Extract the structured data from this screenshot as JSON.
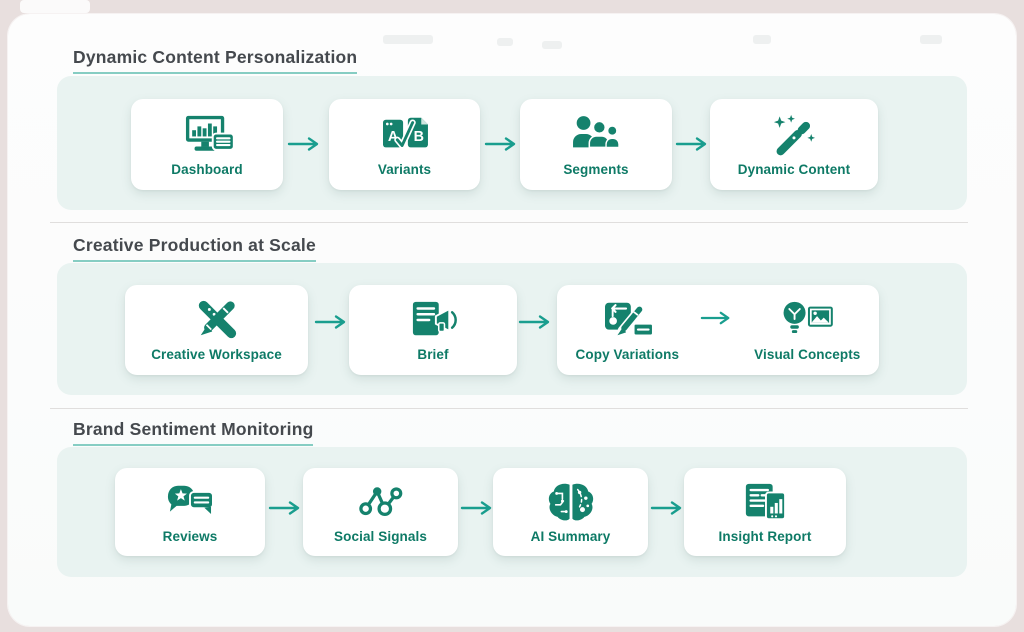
{
  "colors": {
    "background": "#e8dfde",
    "surface": "#fcfdfd",
    "band": "#e9f3f1",
    "card": "#ffffff",
    "icon_teal": "#15826d",
    "label_teal": "#0e7a66",
    "arrow_teal": "#1a9e8f",
    "title_gray": "#45494e",
    "underline_teal": "#86cdc3"
  },
  "sections": [
    {
      "title": "Dynamic Content Personalization",
      "steps": [
        {
          "label": "Dashboard",
          "icon": "dashboard-icon"
        },
        {
          "label": "Variants",
          "icon": "ab-test-documents-icon"
        },
        {
          "label": "Segments",
          "icon": "audience-people-icon"
        },
        {
          "label": "Dynamic Content",
          "icon": "magic-wand-icon"
        }
      ]
    },
    {
      "title": "Creative Production at Scale",
      "steps": [
        {
          "label": "Creative Workspace",
          "icon": "crossed-ruler-pencil-icon"
        },
        {
          "label": "Brief",
          "icon": "document-megaphone-icon"
        },
        {
          "label": "Copy Variations",
          "icon": "card-pencil-icon"
        },
        {
          "label": "Visual Concepts",
          "icon": "lightbulb-image-icon"
        }
      ]
    },
    {
      "title": "Brand Sentiment Monitoring",
      "steps": [
        {
          "label": "Reviews",
          "icon": "star-chat-bubbles-icon"
        },
        {
          "label": "Social Signals",
          "icon": "network-graph-icon"
        },
        {
          "label": "AI Summary",
          "icon": "brain-icon"
        },
        {
          "label": "Insight Report",
          "icon": "report-chart-icon"
        }
      ]
    }
  ]
}
